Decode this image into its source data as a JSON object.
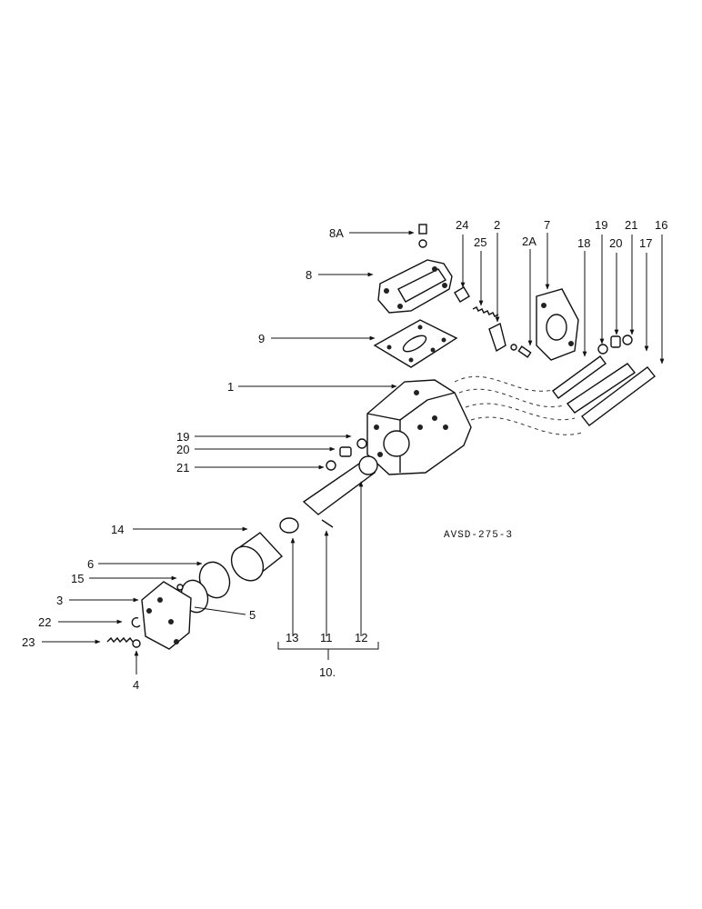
{
  "diagram": {
    "drawing_code": "AVSD-275-3",
    "labels": {
      "l1": "1",
      "l2": "2",
      "l2a": "2A",
      "l3": "3",
      "l4": "4",
      "l5": "5",
      "l6": "6",
      "l7": "7",
      "l8": "8",
      "l8a": "8A",
      "l9": "9",
      "l10": "10.",
      "l11": "11",
      "l12": "12",
      "l13": "13",
      "l14": "14",
      "l15": "15",
      "l16": "16",
      "l17": "17",
      "l18": "18",
      "l19a": "19",
      "l19b": "19",
      "l20a": "20",
      "l20b": "20",
      "l21a": "21",
      "l21b": "21",
      "l22": "22",
      "l23": "23",
      "l24": "24",
      "l25": "25"
    }
  }
}
